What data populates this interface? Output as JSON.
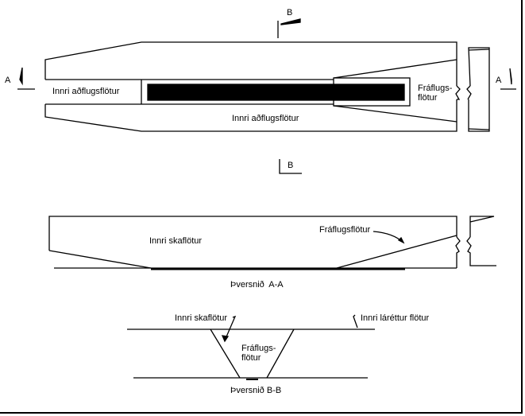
{
  "plan_view": {
    "section_marker_a": "A",
    "section_marker_b": "B",
    "inner_approach_label_left": "Innri aðflugsflötur",
    "inner_approach_label_bottom": "Innri aðflugsflötur",
    "takeoff_label": "Fráflugs-\nflötur"
  },
  "section_aa": {
    "inner_transition_label": "Innri skaflötur",
    "takeoff_label": "Fráflugsflötur",
    "caption": "Þversnið  A-A"
  },
  "section_bb": {
    "inner_transition_label": "Innri skaflötur",
    "inner_horizontal_label": "Innri láréttur flötur",
    "takeoff_label": "Fráflugs-\nflötur",
    "caption": "Þversnið B-B"
  }
}
